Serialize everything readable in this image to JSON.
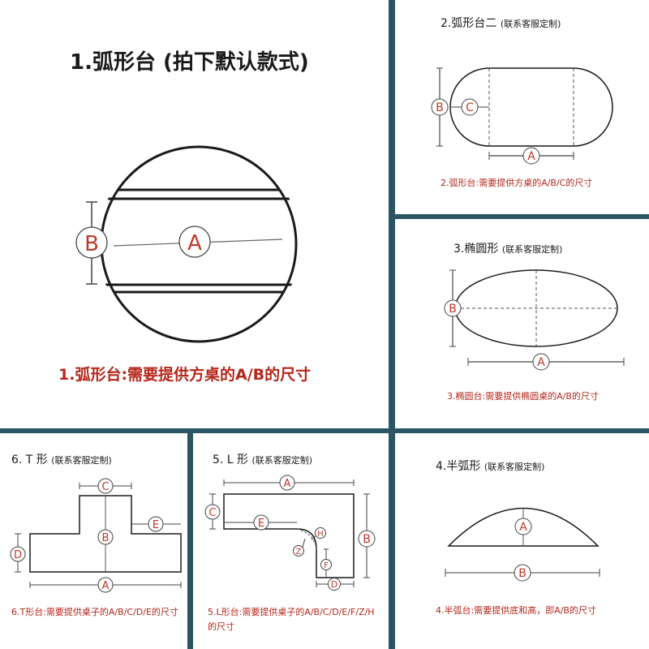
{
  "colors": {
    "background": "#2b5563",
    "panel": "#ffffff",
    "caption": "#b5271b",
    "line": "#1a1a1a",
    "dim": "#555555"
  },
  "panels": {
    "p1": {
      "title": "1.弧形台 (拍下默认款式)",
      "caption": "1.弧形台:需要提供方桌的A/B的尺寸",
      "labels": {
        "A": "A",
        "B": "B"
      }
    },
    "p2": {
      "title_main": "2.弧形台二",
      "title_paren": "(联系客服定制)",
      "caption": "2.弧形台:需要提供方桌的A/B/C的尺寸",
      "labels": {
        "A": "A",
        "B": "B",
        "C": "C"
      }
    },
    "p3": {
      "title_main": "3.椭圆形",
      "title_paren": "(联系客服定制)",
      "caption": "3.椭圆台:需要提供椭圆桌的A/B的尺寸",
      "labels": {
        "A": "A",
        "B": "B"
      }
    },
    "p4": {
      "title_main": "4.半弧形",
      "title_paren": "(联系客服定制)",
      "caption": "4.半弧台:需要提供底和高，即A/B的尺寸",
      "labels": {
        "A": "A",
        "B": "B"
      }
    },
    "p5": {
      "title_main": "5. L 形",
      "title_paren": "(联系客服定制)",
      "caption": "5.L形台:需要提供桌子的A/B/C/D/E/F/Z/H的尺寸",
      "labels": {
        "A": "A",
        "B": "B",
        "C": "C",
        "D": "D",
        "E": "E",
        "F": "F",
        "Z": "Z",
        "H": "H"
      }
    },
    "p6": {
      "title_main": "6. T 形",
      "title_paren": "(联系客服定制)",
      "caption": "6.T形台:需要提供桌子的A/B/C/D/E的尺寸",
      "labels": {
        "A": "A",
        "B": "B",
        "C": "C",
        "D": "D",
        "E": "E"
      }
    }
  }
}
